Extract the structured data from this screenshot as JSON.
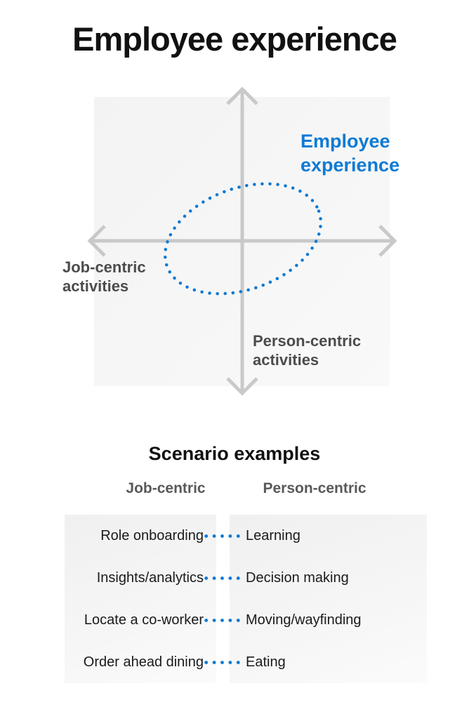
{
  "page": {
    "title": "Employee experience"
  },
  "quadrant": {
    "legend": {
      "line1": "Employee",
      "line2": "experience"
    },
    "left_axis_label": "Job-centric activities",
    "bottom_axis_label": "Person-centric activities"
  },
  "scenarios": {
    "heading": "Scenario examples",
    "columns": [
      "Job-centric",
      "Person-centric"
    ],
    "rows": [
      {
        "job": "Role onboarding",
        "person": "Learning"
      },
      {
        "job": "Insights/analytics",
        "person": "Decision making"
      },
      {
        "job": "Locate a co-worker",
        "person": "Moving/wayfinding"
      },
      {
        "job": "Order ahead dining",
        "person": "Eating"
      }
    ]
  },
  "colors": {
    "accent": "#0e7ad4",
    "axis": "#c9c9c9",
    "label_gray": "#4c4c4c",
    "header_gray": "#595959",
    "text_dark": "#1a1a1a",
    "panel_from": "#f3f3f3",
    "panel_to": "#f9f9f9"
  }
}
